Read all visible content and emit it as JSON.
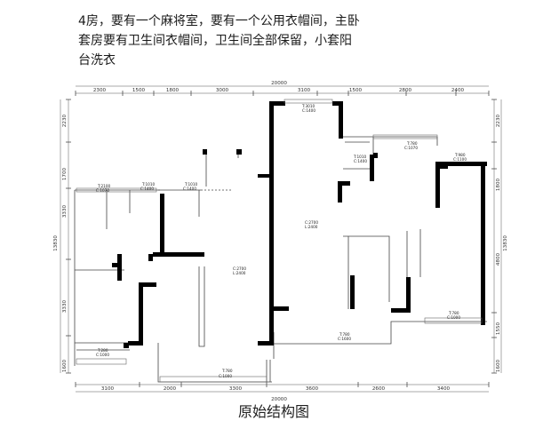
{
  "requirements": {
    "line1": "4房，要有一个麻将室，要有一个公用衣帽间，主卧",
    "line2": "套房要有卫生间衣帽间，卫生间全部保留，小套阳",
    "line3": "台洗衣"
  },
  "caption": "原始结构图",
  "dims": {
    "top": [
      "2300",
      "1500",
      "1800",
      "3000",
      "3100",
      "1500",
      "2800",
      "2400"
    ],
    "top_total": "20000",
    "bottom": [
      "3100",
      "2000",
      "3300",
      "3600",
      "2600",
      "3400"
    ],
    "bottom_total": "20000",
    "left": [
      "2230",
      "1700",
      "3330",
      "3330",
      "1600"
    ],
    "left_total": "13830",
    "right": [
      "2230",
      "1800",
      "4800",
      "1550",
      "1600"
    ],
    "right_total": "13830"
  },
  "rooms": [
    {
      "id": "r1",
      "l1": "T:2100",
      "l2": "C:1070"
    },
    {
      "id": "r2",
      "l1": "T:1010",
      "l2": "C:1400"
    },
    {
      "id": "r3",
      "l1": "T:1010",
      "l2": "C:1400"
    },
    {
      "id": "r4",
      "l1": "T:3010",
      "l2": "C:1400"
    },
    {
      "id": "r5",
      "l1": "T:1010",
      "l2": "C:1400"
    },
    {
      "id": "r6",
      "l1": "T:780",
      "l2": "C:1070"
    },
    {
      "id": "r7",
      "l1": "T:980",
      "l2": "C:1100"
    },
    {
      "id": "r8",
      "l1": "C:2700",
      "l2": "L:2400"
    },
    {
      "id": "r9",
      "l1": "C:2700",
      "l2": "L:2400"
    },
    {
      "id": "r10",
      "l1": "T:780",
      "l2": "C:1000"
    },
    {
      "id": "r11",
      "l1": "T:780",
      "l2": "C:1600"
    },
    {
      "id": "r12",
      "l1": "T:780",
      "l2": "C:1000"
    },
    {
      "id": "r13",
      "l1": "T:280",
      "l2": "C:1000"
    }
  ]
}
